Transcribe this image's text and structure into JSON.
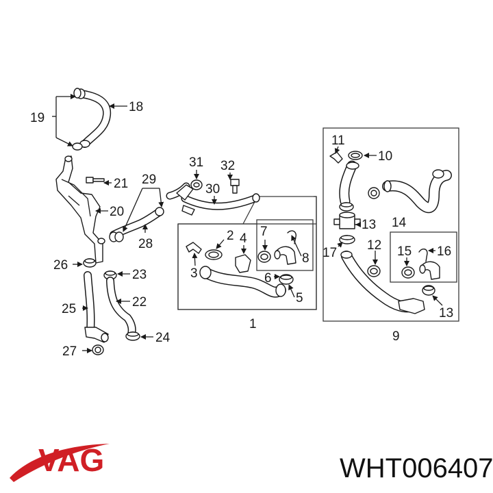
{
  "callouts": {
    "c1": "1",
    "c2": "2",
    "c3": "3",
    "c4": "4",
    "c5": "5",
    "c6": "6",
    "c7": "7",
    "c8": "8",
    "c9": "9",
    "c10": "10",
    "c11": "11",
    "c12": "12",
    "c13a": "13",
    "c13b": "13",
    "c14": "14",
    "c15": "15",
    "c16": "16",
    "c17": "17",
    "c18": "18",
    "c19": "19",
    "c20": "20",
    "c21": "21",
    "c22": "22",
    "c23": "23",
    "c24": "24",
    "c25": "25",
    "c26": "26",
    "c27": "27",
    "c28": "28",
    "c29": "29",
    "c30": "30",
    "c31": "31",
    "c32": "32"
  },
  "brand": {
    "logo_text": "VAG",
    "logo_color": "#d01f25"
  },
  "part_number": "WHT006407"
}
